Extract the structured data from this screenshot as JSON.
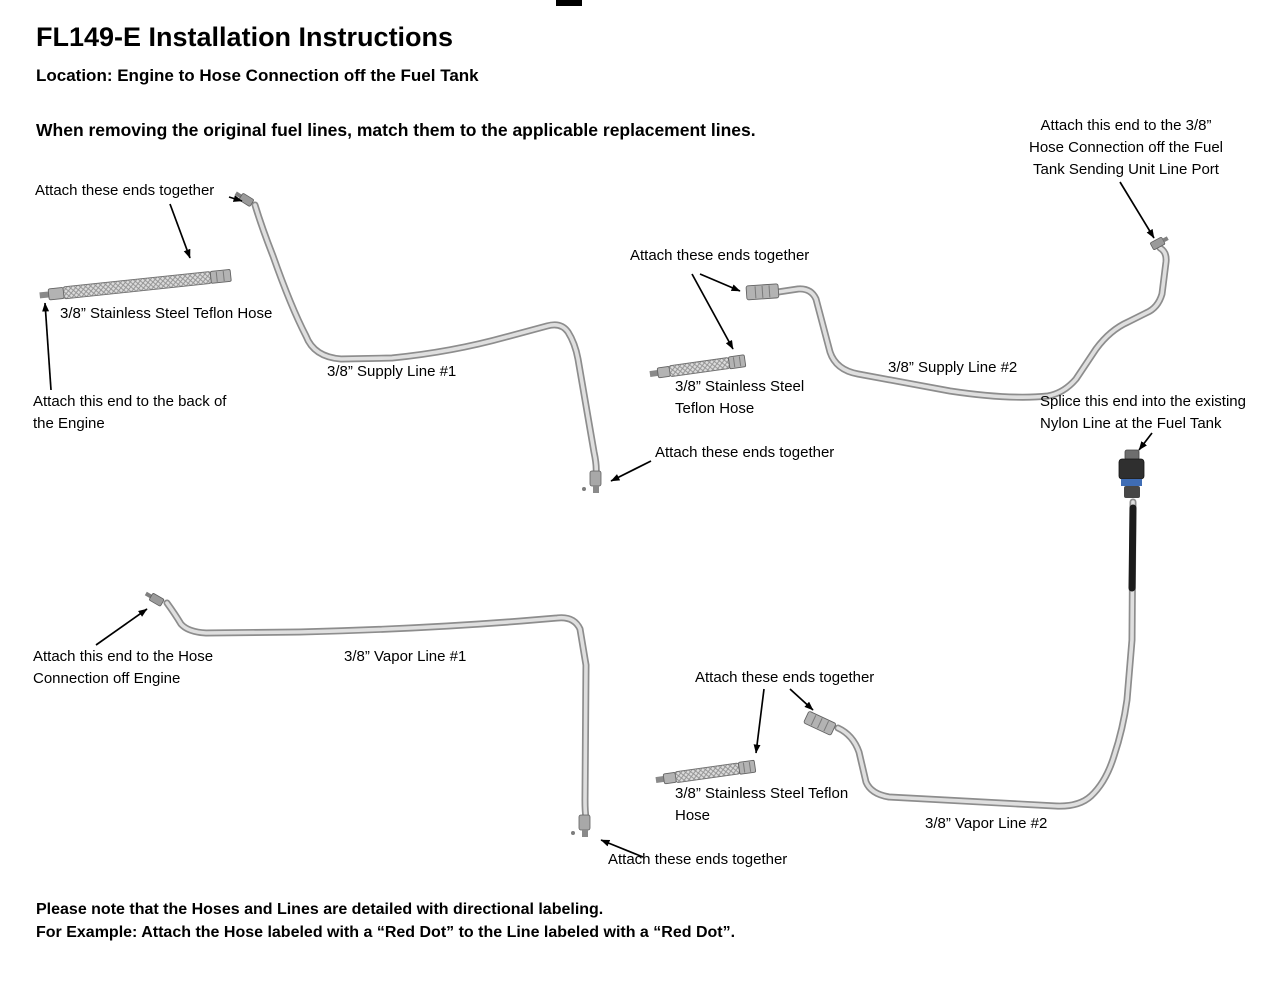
{
  "header": {
    "title": "FL149-E Installation Instructions",
    "location": "Location: Engine to Hose Connection off the Fuel Tank",
    "instruction": "When removing the original fuel lines, match them to the applicable replacement lines."
  },
  "diagram_labels": {
    "attach_top_left": "Attach these ends together",
    "teflon_hose_top": "3/8” Stainless Steel Teflon Hose",
    "attach_back_engine": "Attach this end to the back of\nthe Engine",
    "supply_line_1": "3/8” Supply Line #1",
    "attach_mid_top": "Attach these ends together",
    "teflon_hose_mid": "3/8” Stainless Steel\nTeflon Hose",
    "attach_mid_lower": "Attach these ends together",
    "supply_line_2": "3/8” Supply Line #2",
    "attach_sending_unit": "Attach this end to the 3/8”\nHose Connection off the Fuel\nTank Sending Unit Line Port",
    "splice_nylon": "Splice this end into the existing\nNylon Line at the Fuel Tank",
    "attach_hose_engine": "Attach this end to the Hose\nConnection off Engine",
    "vapor_line_1": "3/8” Vapor Line #1",
    "attach_bottom_mid": "Attach these ends together",
    "teflon_hose_bottom": "3/8” Stainless Steel Teflon\nHose",
    "attach_bottom": "Attach these ends together",
    "vapor_line_2": "3/8” Vapor Line #2"
  },
  "footer": {
    "note1": "Please note that the Hoses and Lines are detailed with directional labeling.",
    "note2": "For Example: Attach the Hose labeled with a “Red Dot” to the Line labeled with a “Red Dot”."
  },
  "colors": {
    "tube_edge": "#8d8d8d",
    "tube_fill": "#dfdfdf",
    "nylon_sleeve": "#1b1b1b",
    "quick_connect_blue": "#3f6db5",
    "text": "#000000"
  }
}
